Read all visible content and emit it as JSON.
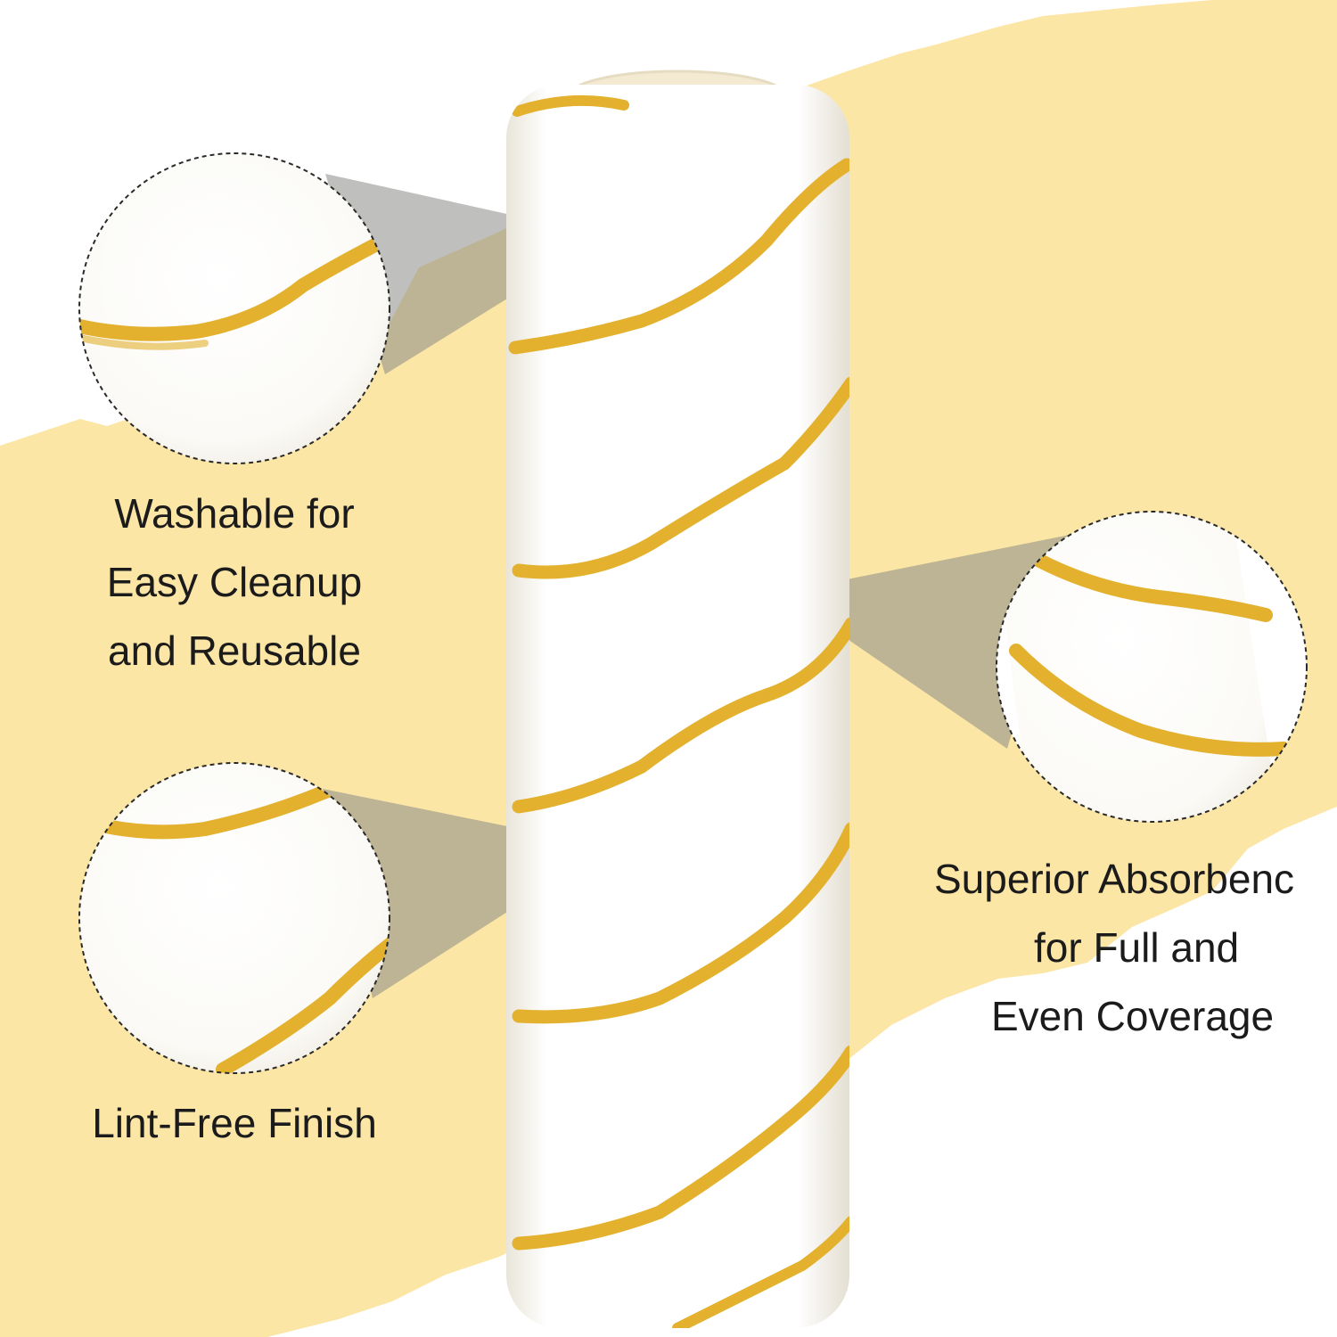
{
  "colors": {
    "paint_yellow": "#fbe6a6",
    "roller_white": "#ffffff",
    "stripe_gold": "#e3b12e",
    "callout_gray": "#8a8a86",
    "caption_text": "#1b1b1b"
  },
  "callouts": {
    "washable": {
      "lines": [
        "Washable for",
        "Easy Cleanup",
        "and Reusable"
      ]
    },
    "lint_free": {
      "lines": [
        "Lint-Free Finish"
      ]
    },
    "absorbency": {
      "lines": [
        "Superior Absorbenc",
        "for Full and",
        "Even Coverage"
      ]
    }
  }
}
